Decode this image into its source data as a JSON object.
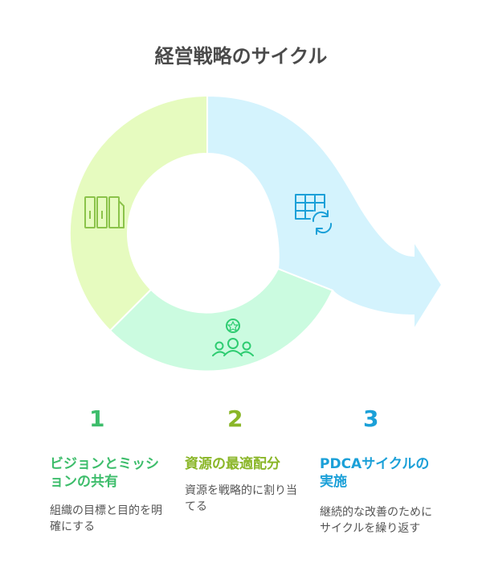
{
  "title": "経営戦略のサイクル",
  "colors": {
    "segment1": "#e6fbbf",
    "segment2": "#cbfbe0",
    "segment3": "#d4f3fd",
    "icon1": "#8bc34a",
    "icon2": "#2ecc71",
    "icon3": "#1ba0d8"
  },
  "steps": [
    {
      "number": "1",
      "title": "ビジョンとミッションの共有",
      "description": "組織の目標と目的を明確にする",
      "icon": "columns-icon",
      "color": "#3dbd6b"
    },
    {
      "number": "2",
      "title": "資源の最適配分",
      "description": "資源を戦略的に割り当てる",
      "icon": "team-icon",
      "color": "#8ab628"
    },
    {
      "number": "3",
      "title": "PDCAサイクルの実施",
      "description": "継続的な改善のためにサイクルを繰り返す",
      "icon": "table-refresh-icon",
      "color": "#1ba0d8"
    }
  ]
}
